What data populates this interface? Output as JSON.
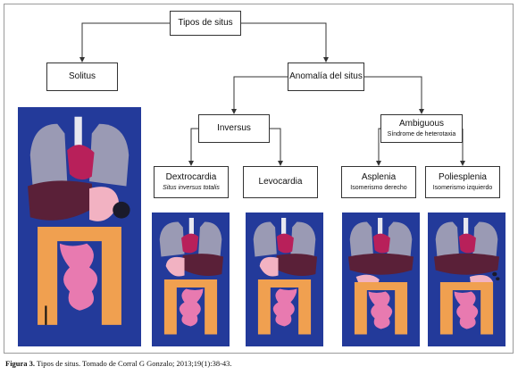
{
  "diagram": {
    "nodes": {
      "root": {
        "title": "Tipos de situs",
        "subtitle": ""
      },
      "solitus": {
        "title": "Solitus",
        "subtitle": ""
      },
      "anomalia": {
        "title": "Anomalía del situs",
        "subtitle": ""
      },
      "inversus": {
        "title": "Inversus",
        "subtitle": ""
      },
      "ambiguous": {
        "title": "Ambiguous",
        "subtitle": "Síndrome de heterotaxia"
      },
      "dextrocardia": {
        "title": "Dextrocardia",
        "subtitle": "Situs inversus totalis"
      },
      "levocardia": {
        "title": "Levocardia",
        "subtitle": ""
      },
      "asplenia": {
        "title": "Asplenia",
        "subtitle": "Isomerismo derecho"
      },
      "poliesplenia": {
        "title": "Poliesplenia",
        "subtitle": "Isomerismo izquierdo"
      }
    },
    "edges": [
      [
        "root",
        "solitus"
      ],
      [
        "root",
        "anomalia"
      ],
      [
        "anomalia",
        "inversus"
      ],
      [
        "anomalia",
        "ambiguous"
      ],
      [
        "inversus",
        "dextrocardia"
      ],
      [
        "inversus",
        "levocardia"
      ],
      [
        "ambiguous",
        "asplenia"
      ],
      [
        "ambiguous",
        "poliesplenia"
      ]
    ]
  },
  "colors": {
    "panel_bg": "#233a9a",
    "lung": "#9a9ab4",
    "liver": "#5a2038",
    "heart": "#b8205a",
    "stomach": "#f2b2c2",
    "small_bowel": "#e87ab0",
    "colon": "#f0a050"
  },
  "caption": {
    "label": "Figura 3.",
    "text": " Tipos de situs. Tomado de Corral G Gonzalo; 2013;19(1):38-43."
  }
}
